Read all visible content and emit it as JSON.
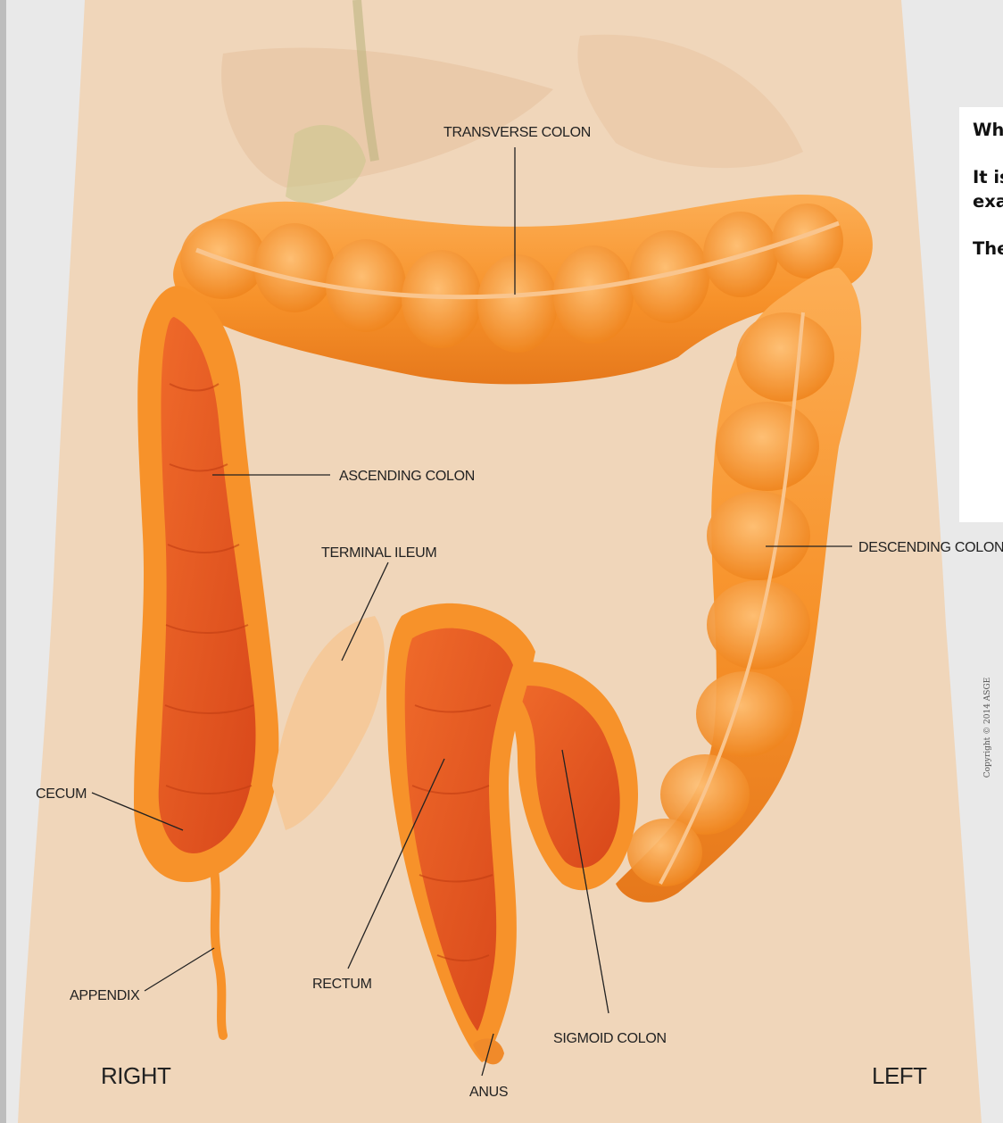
{
  "labels": {
    "transverse_colon": "TRANSVERSE COLON",
    "ascending_colon": "ASCENDING COLON",
    "terminal_ileum": "TERMINAL ILEUM",
    "descending_colon": "DESCENDING COLON",
    "cecum": "CECUM",
    "appendix": "APPENDIX",
    "rectum": "RECTUM",
    "sigmoid_colon": "SIGMOID COLON",
    "anus": "ANUS"
  },
  "orientation": {
    "right": "RIGHT",
    "left": "LEFT"
  },
  "infobox": {
    "heading": "What is a",
    "paragraph1": "It is an e colon, fro cecum, a examina ileum or to an ana",
    "paragraph2": "The CPT® identify s during C"
  },
  "copyright": "Copyright © 2014 ASGE",
  "colors": {
    "skin": "#f0d6ba",
    "colon_outer": "#f7922a",
    "colon_inner": "#e0521b",
    "ileum": "#f5c99a",
    "background": "#e9e9e9"
  }
}
